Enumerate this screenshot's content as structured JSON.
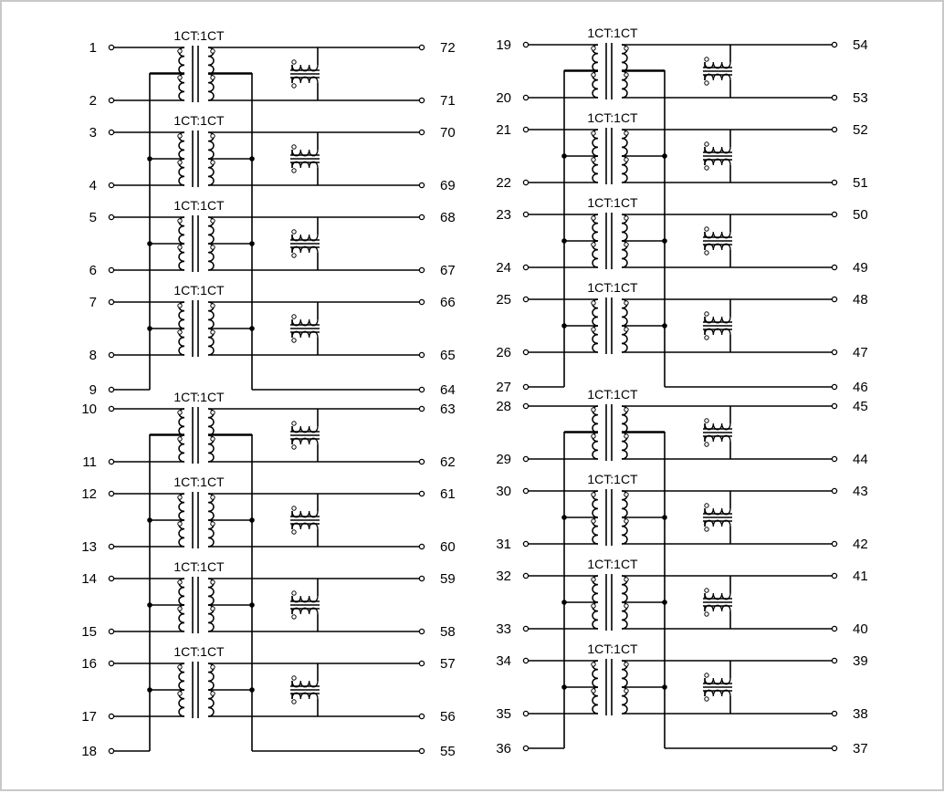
{
  "ratio_label": "1CT:1CT",
  "columns": [
    {
      "groups": [
        {
          "common_pin": "9",
          "common_out_pin": "64",
          "channels": [
            {
              "in_top": "1",
              "in_bot": "2",
              "out_top": "72",
              "out_bot": "71"
            },
            {
              "in_top": "3",
              "in_bot": "4",
              "out_top": "70",
              "out_bot": "69"
            },
            {
              "in_top": "5",
              "in_bot": "6",
              "out_top": "68",
              "out_bot": "67"
            },
            {
              "in_top": "7",
              "in_bot": "8",
              "out_top": "66",
              "out_bot": "65"
            }
          ]
        },
        {
          "common_pin": "18",
          "common_out_pin": "55",
          "channels": [
            {
              "in_top": "10",
              "in_bot": "11",
              "out_top": "63",
              "out_bot": "62"
            },
            {
              "in_top": "12",
              "in_bot": "13",
              "out_top": "61",
              "out_bot": "60"
            },
            {
              "in_top": "14",
              "in_bot": "15",
              "out_top": "59",
              "out_bot": "58"
            },
            {
              "in_top": "16",
              "in_bot": "17",
              "out_top": "57",
              "out_bot": "56"
            }
          ]
        }
      ]
    },
    {
      "groups": [
        {
          "common_pin": "27",
          "common_out_pin": "46",
          "channels": [
            {
              "in_top": "19",
              "in_bot": "20",
              "out_top": "54",
              "out_bot": "53"
            },
            {
              "in_top": "21",
              "in_bot": "22",
              "out_top": "52",
              "out_bot": "51"
            },
            {
              "in_top": "23",
              "in_bot": "24",
              "out_top": "50",
              "out_bot": "49"
            },
            {
              "in_top": "25",
              "in_bot": "26",
              "out_top": "48",
              "out_bot": "47"
            }
          ]
        },
        {
          "common_pin": "36",
          "common_out_pin": "37",
          "channels": [
            {
              "in_top": "28",
              "in_bot": "29",
              "out_top": "45",
              "out_bot": "44"
            },
            {
              "in_top": "30",
              "in_bot": "31",
              "out_top": "43",
              "out_bot": "42"
            },
            {
              "in_top": "32",
              "in_bot": "33",
              "out_top": "41",
              "out_bot": "40"
            },
            {
              "in_top": "34",
              "in_bot": "35",
              "out_top": "39",
              "out_bot": "38"
            }
          ]
        }
      ]
    }
  ]
}
